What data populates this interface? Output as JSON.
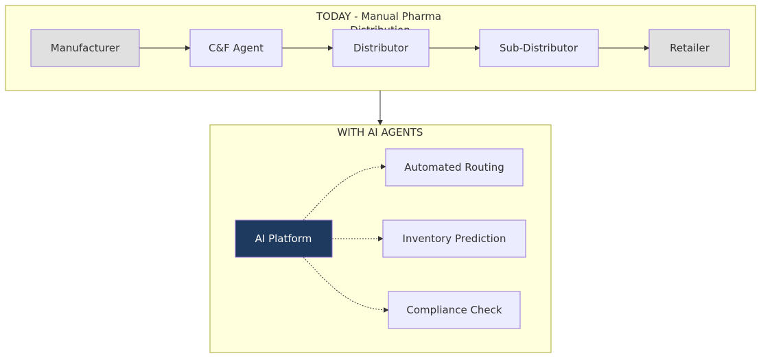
{
  "diagram": {
    "clusters": {
      "today": {
        "title_line1": "TODAY - Manual Pharma",
        "title_line2": "Distribution"
      },
      "ai": {
        "title": "WITH AI AGENTS"
      }
    },
    "nodes": {
      "manufacturer": "Manufacturer",
      "cf_agent": "C&F Agent",
      "distributor": "Distributor",
      "sub_distributor": "Sub-Distributor",
      "retailer": "Retailer",
      "ai_platform": "AI Platform",
      "automated_routing": "Automated Routing",
      "inventory_prediction": "Inventory Prediction",
      "compliance_check": "Compliance Check"
    },
    "colors": {
      "cluster_fill": "#ffffde",
      "cluster_stroke": "#aaaa33",
      "node_default_fill": "#ececff",
      "node_gray_fill": "#e0e0e0",
      "node_stroke": "#9370db",
      "ai_platform_fill": "#1e3a5f",
      "ai_platform_text": "#ffffff",
      "text": "#333333",
      "edge": "#333333"
    }
  }
}
